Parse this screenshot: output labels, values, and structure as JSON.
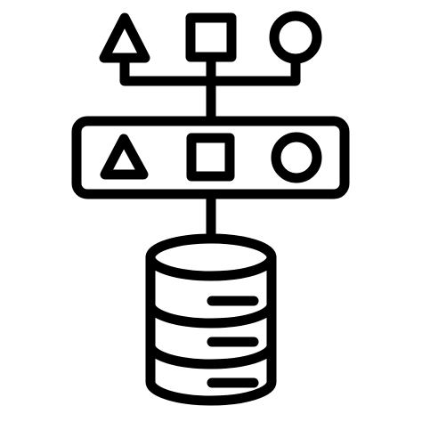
{
  "icon": {
    "name": "database-structure-icon",
    "stroke_color": "#000000",
    "background_color": "#ffffff",
    "top_shapes": [
      "triangle",
      "square",
      "circle"
    ],
    "panel_shapes": [
      "triangle",
      "square",
      "circle"
    ],
    "database_layers": 3
  }
}
